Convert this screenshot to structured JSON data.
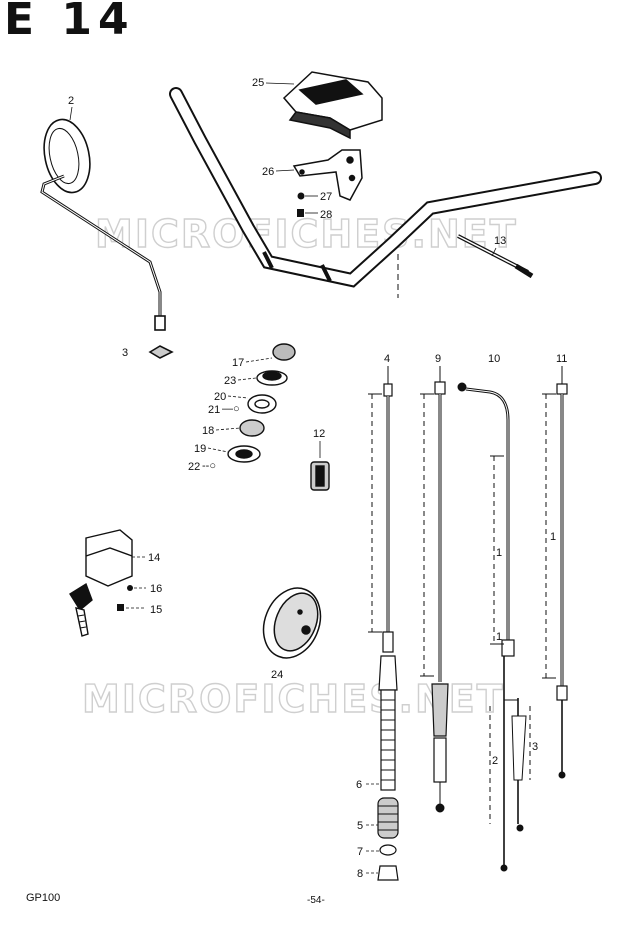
{
  "header": {
    "code": "E 14"
  },
  "watermarks": [
    "MICROFICHES.NET",
    "MICROFICHES.NET"
  ],
  "labels": {
    "l2": "2",
    "l3": "3",
    "l4": "4",
    "l5": "5",
    "l6": "6",
    "l7": "7",
    "l8": "8",
    "l9": "9",
    "l10": "10",
    "l11": "11",
    "l12": "12",
    "l13": "13",
    "l14": "14",
    "l15": "15",
    "l16": "16",
    "l17": "17",
    "l18": "18",
    "l19": "19",
    "l20": "20",
    "l21": "21",
    "l22": "22",
    "l23": "23",
    "l24": "24",
    "l25": "25",
    "l26": "26",
    "l27": "27",
    "l28": "28",
    "small1a": "1",
    "small1b": "1",
    "small1c": "1",
    "small2": "2",
    "small3": "3"
  },
  "footer": {
    "model": "GP100",
    "page": "-54-"
  }
}
